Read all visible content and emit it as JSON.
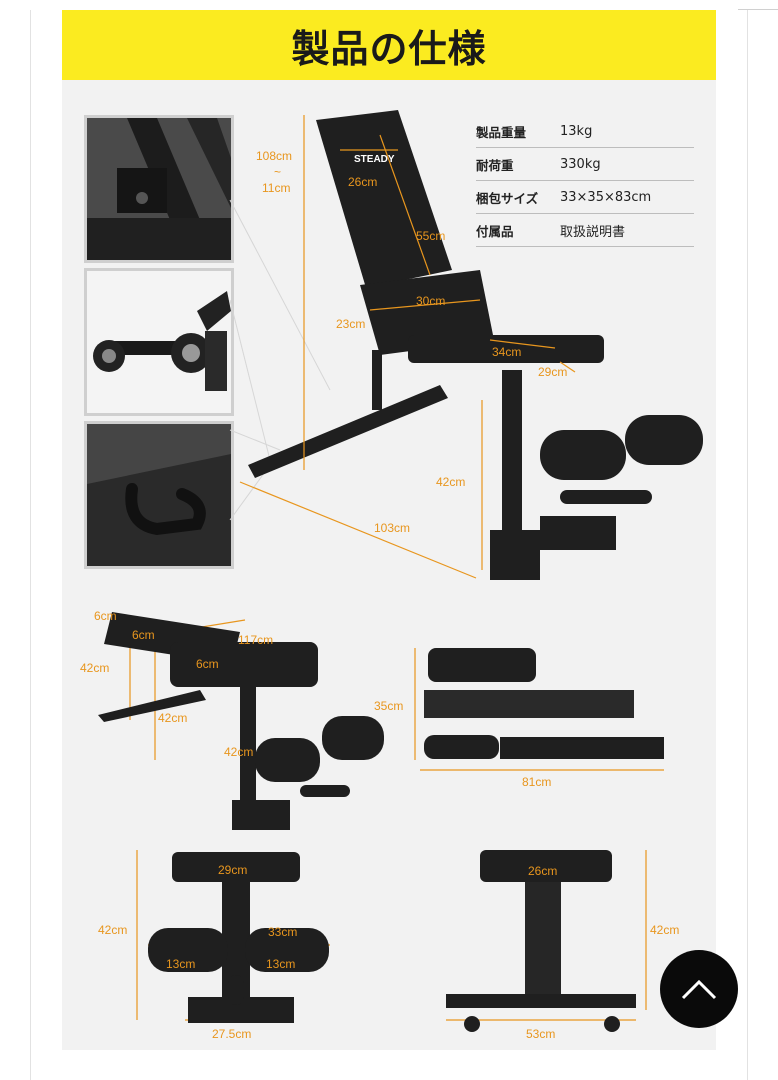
{
  "banner": {
    "title": "製品の仕様"
  },
  "specs": [
    {
      "label": "製品重量",
      "value": "13kg"
    },
    {
      "label": "耐荷重",
      "value": "330kg"
    },
    {
      "label": "梱包サイズ",
      "value": "33×35×83cm"
    },
    {
      "label": "付属品",
      "value": "取扱説明書"
    }
  ],
  "brand": "STEADY",
  "dims": {
    "main_height_max": "108cm",
    "main_height_sep": "~",
    "main_height_min": "11cm",
    "back_width": "26cm",
    "back_length": "55cm",
    "seat_width": "30cm",
    "seat_offset": "23cm",
    "front_seat_length": "34cm",
    "front_seat_width": "29cm",
    "seat_height": "42cm",
    "total_length": "103cm",
    "flat_pad_a": "6cm",
    "flat_pad_b": "6cm",
    "flat_length": "117cm",
    "flat_pad_c": "6cm",
    "flat_height": "42cm",
    "flat_leg_height": "42cm",
    "flat_front_height": "42cm",
    "folded_height": "35cm",
    "folded_length": "81cm",
    "front_top_width": "29cm",
    "front_height": "42cm",
    "front_roller_width": "33cm",
    "front_roller_left": "13cm",
    "front_roller_right": "13cm",
    "front_base_width": "27.5cm",
    "rear_top_width": "26cm",
    "rear_height": "42cm",
    "rear_base_width": "53cm"
  },
  "colors": {
    "banner": "#fbeb20",
    "dimension": "#e8961e",
    "panel": "#f2f2f2"
  },
  "icons": {
    "scroll_top": "chevron-up-icon"
  }
}
